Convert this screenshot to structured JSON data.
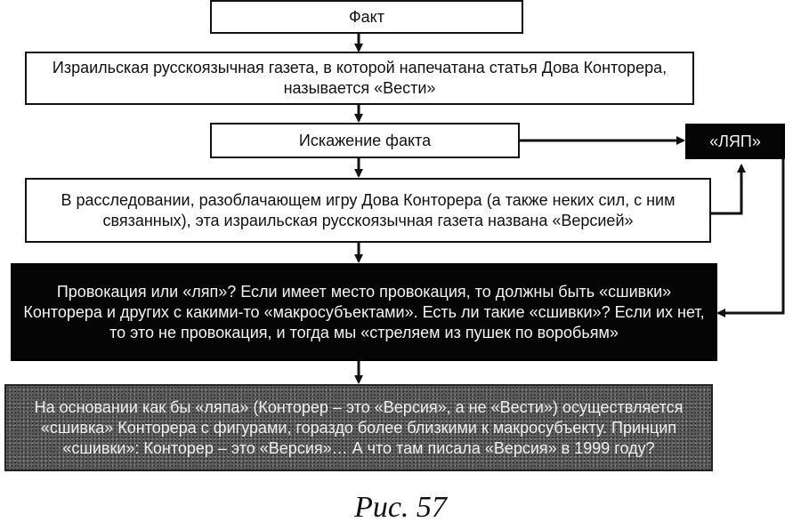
{
  "nodes": {
    "fact": "Факт",
    "newspaper": "Израильская русскоязычная газета, в которой напечатана статья Дова Конторера, называется «Вести»",
    "distortion": "Искажение факта",
    "lyap": "«ЛЯП»",
    "investigation": "В расследовании, разоблачающем игру Дова Конторера (а также неких сил, с ним связанных), эта израильская русскоязычная газета названа «Версией»",
    "provocation": "Провокация или «ляп»? Если имеет место провокация, то должны быть «сшивки» Конторера и других с какими-то «макросубъектами». Есть ли такие «сшивки»? Если их нет, то это не провокация, и тогда мы «стреляем из пушек по воробьям»",
    "basis": "На основании как бы «ляпа» (Конторер – это «Версия», а не «Вести») осуществляется «сшивка» Конторера с фигурами, гораздо более близкими к макросубъекту. Принцип «сшивки»: Конторер – это «Версия»… А что там писала «Версия» в 1999 году?"
  },
  "caption": "Рис. 57"
}
